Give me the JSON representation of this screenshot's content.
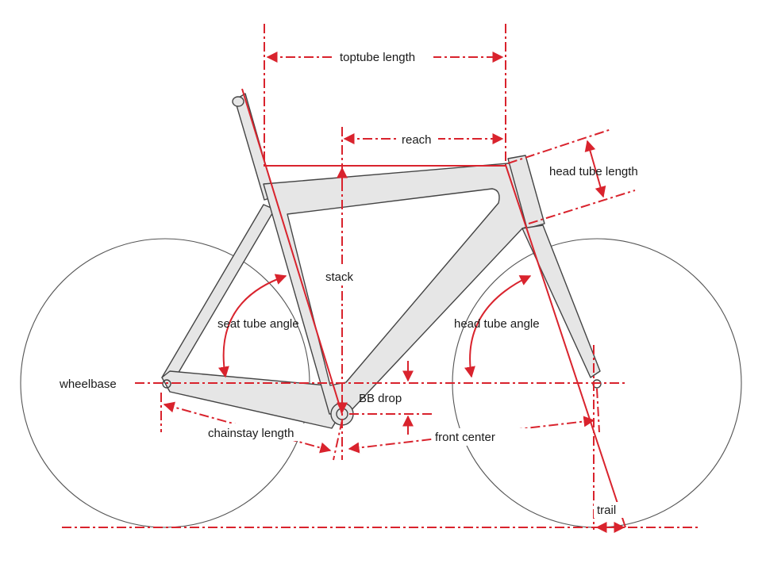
{
  "accent_color": "#d9232d",
  "frame_fill": "#e6e6e6",
  "outline_color": "#444444",
  "labels": {
    "toptube_length": "toptube length",
    "reach": "reach",
    "head_tube_length": "head tube length",
    "stack": "stack",
    "seat_tube_angle": "seat tube angle",
    "head_tube_angle": "head tube angle",
    "wheelbase": "wheelbase",
    "bb_drop": "BB drop",
    "chainstay_length": "chainstay length",
    "front_center": "front center",
    "trail": "trail"
  }
}
